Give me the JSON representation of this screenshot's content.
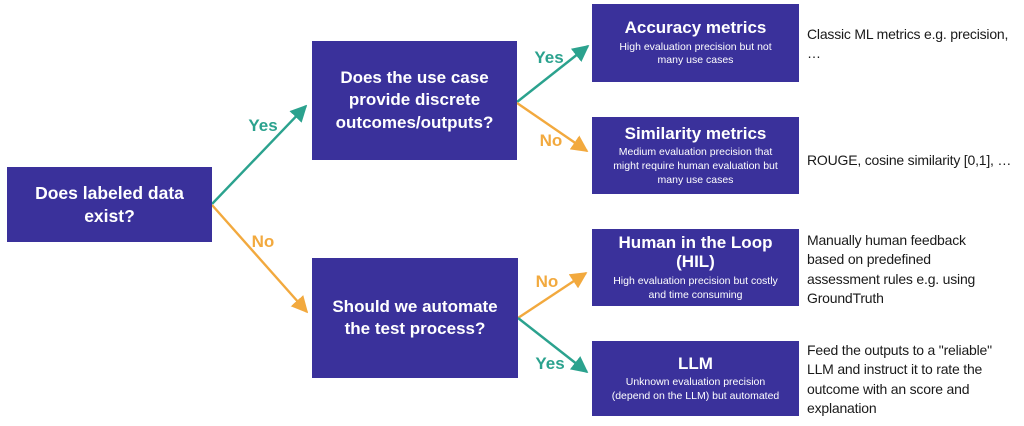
{
  "colors": {
    "box": "#3A319B",
    "yes": "#2BA28E",
    "no": "#F2A93E",
    "text": "#FFFFFF",
    "annotation": "#1A1A1A"
  },
  "nodes": {
    "root": {
      "label": "Does labeled data\nexist?"
    },
    "discrete": {
      "label": "Does the use case\nprovide discrete\noutcomes/outputs?"
    },
    "automate": {
      "label": "Should we automate\nthe test process?"
    },
    "accuracy": {
      "title": "Accuracy metrics",
      "subtitle": "High evaluation precision but not\nmany use cases"
    },
    "similarity": {
      "title": "Similarity metrics",
      "subtitle": "Medium evaluation precision that\nmight require human evaluation but\nmany use cases"
    },
    "hil": {
      "title": "Human in the Loop\n(HIL)",
      "subtitle": "High evaluation precision but costly\nand time consuming"
    },
    "llm": {
      "title": "LLM",
      "subtitle": "Unknown evaluation precision\n(depend on the LLM) but automated"
    }
  },
  "edges": {
    "root_yes": {
      "label": "Yes",
      "answer": "yes",
      "from": "root",
      "to": "discrete"
    },
    "root_no": {
      "label": "No",
      "answer": "no",
      "from": "root",
      "to": "automate"
    },
    "discrete_yes": {
      "label": "Yes",
      "answer": "yes",
      "from": "discrete",
      "to": "accuracy"
    },
    "discrete_no": {
      "label": "No",
      "answer": "no",
      "from": "discrete",
      "to": "similarity"
    },
    "automate_no": {
      "label": "No",
      "answer": "no",
      "from": "automate",
      "to": "hil"
    },
    "automate_yes": {
      "label": "Yes",
      "answer": "yes",
      "from": "automate",
      "to": "llm"
    }
  },
  "annotations": {
    "accuracy": "Classic ML metrics e.g. precision,\n…",
    "similarity": "ROUGE, cosine similarity [0,1], …",
    "hil": "Manually human feedback\nbased on predefined\nassessment rules e.g. using\nGroundTruth",
    "llm": "Feed the outputs to a \"reliable\"\nLLM and instruct it to rate the\noutcome with an score and\nexplanation"
  }
}
